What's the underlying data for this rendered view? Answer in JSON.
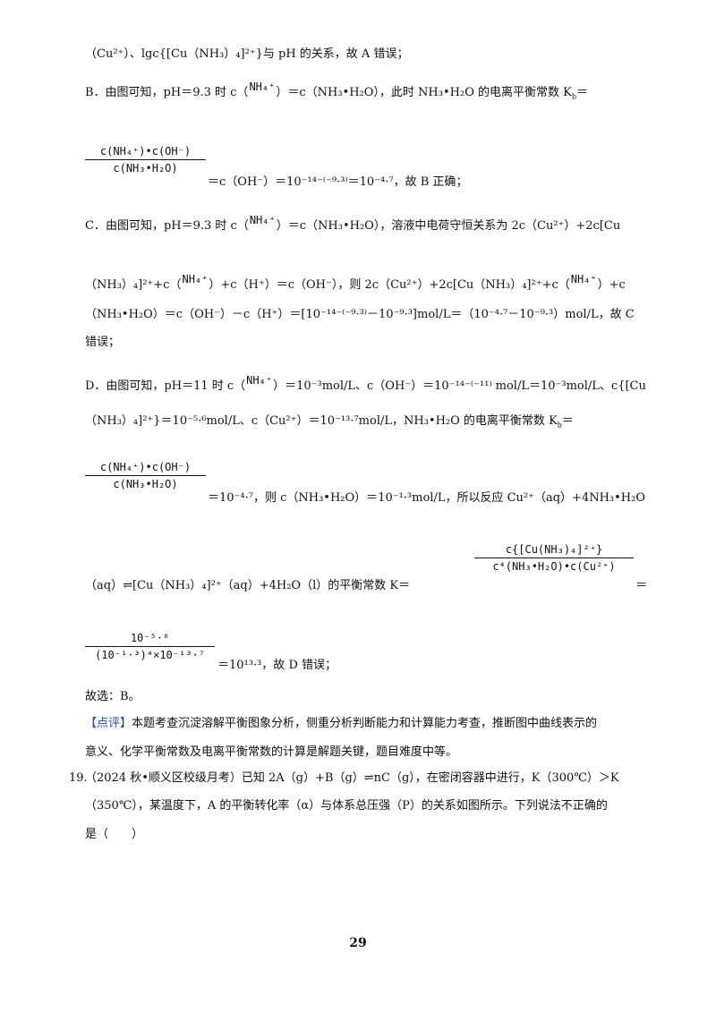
{
  "lines": {
    "l1": "（Cu²⁺）、lgc{[Cu（NH₃）₄]²⁺}与 pH 的关系，故 A 错误；",
    "l2a": "B．由图可知，pH＝9.3 时 c（",
    "l2b": "）＝c（NH₃•H₂O），此时 NH₃•H₂O 的电离平衡常数 K",
    "l2c": "＝",
    "l3": "＝c（OH⁻）＝10⁻¹⁴⁻⁽⁻⁹·³⁾＝10⁻⁴·⁷，故 B 正确；",
    "l4a": "C．由图可知，pH＝9.3 时 c（",
    "l4b": "）＝c（NH₃•H₂O），溶液中电荷守恒关系为 2c（Cu²⁺）+2c[Cu",
    "l5a": "（NH₃）₄]²⁺+c（",
    "l5b": "）+c（H⁺）＝c（OH⁻），则 2c（Cu²⁺）+2c[Cu（NH₃）₄]²⁺+c（",
    "l5c": "）+c",
    "l6": "（NH₃•H₂O）＝c（OH⁻）－c（H⁺）＝[10⁻¹⁴⁻⁽⁻⁹·³⁾－10⁻⁹·³]mol/L＝（10⁻⁴·⁷－10⁻⁹·³）mol/L，故 C",
    "l7": "错误；",
    "l8a": "D．由图可知，pH＝11 时 c（",
    "l8b": "）＝10⁻³mol/L、c（OH⁻）＝10⁻¹⁴⁻⁽⁻¹¹⁾ mol/L＝10⁻³mol/L、c{[Cu",
    "l9": "（NH₃）₄]²⁺}＝10⁻⁵·⁶mol/L、c（Cu²⁺）＝10⁻¹³·⁷mol/L，NH₃•H₂O 的电离平衡常数 K",
    "l9b": "＝",
    "l10": "＝10⁻⁴·⁷，则 c（NH₃•H₂O）＝10⁻¹·³mol/L，所以反应 Cu²⁺（aq）+4NH₃•H₂O",
    "l11": "（aq）⇌[Cu（NH₃）₄]²⁺（aq）+4H₂O（l）的平衡常数 K＝",
    "l11b": "＝",
    "l12": "＝10¹³·³，故 D 错误；",
    "l13": "故选：B。",
    "comment_tag": "【点评】",
    "comment_text": "本题考查沉淀溶解平衡图象分析，侧重分析判断能力和计算能力考查，推断图中曲线表示的",
    "comment_text2": "意义、化学平衡常数及电离平衡常数的计算是解题关键，题目难度中等。",
    "q19_num": "19.",
    "q19_l1": "（2024 秋•顺义区校级月考）已知 2A（g）+B（g）⇌nC（g），在密闭容器中进行，K（300℃）＞K",
    "q19_l2": "（350℃），某温度下，A 的平衡转化率（α）与体系总压强（P）的关系如图所示。下列说法不正确的",
    "q19_l3": "是（　　）"
  },
  "kb_sub": "b",
  "nh4": "NH₄⁺",
  "frac_kb": {
    "num": "c(NH₄⁺)•c(OH⁻)",
    "den": "c(NH₃•H₂O)"
  },
  "frac_k": {
    "num": "c{[Cu(NH₃)₄]²⁺}",
    "den": "c⁴(NH₃•H₂O)•c(Cu²⁺)"
  },
  "frac_val": {
    "num": "10⁻⁵·⁶",
    "den": "(10⁻¹·³)⁴×10⁻¹³·⁷"
  },
  "page_number": "29"
}
